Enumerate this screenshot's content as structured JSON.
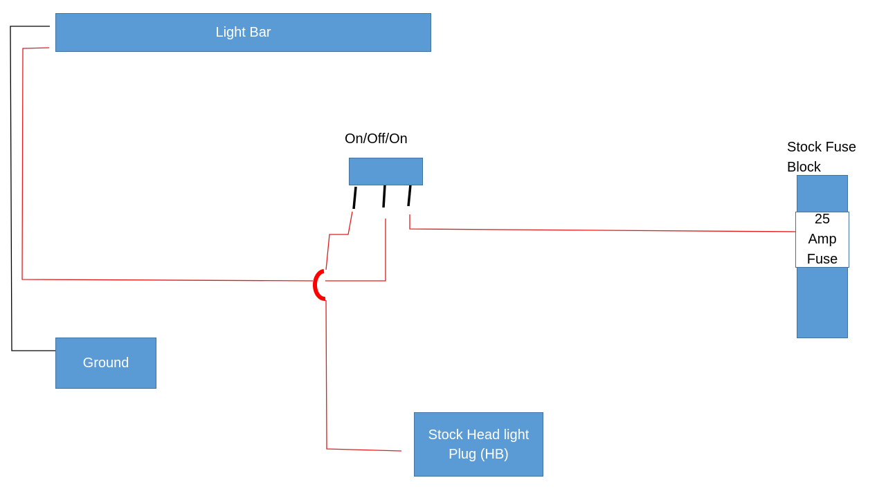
{
  "components": {
    "light_bar": "Light Bar",
    "ground": "Ground",
    "switch_label": "On/Off/On",
    "fuse_block_label_line1": "Stock Fuse",
    "fuse_block_label_line2": "Block",
    "fuse_line1": "25",
    "fuse_line2": "Amp",
    "fuse_line3": "Fuse",
    "headlight_plug_line1": "Stock Head light",
    "headlight_plug_line2": "Plug (HB)"
  },
  "colors": {
    "box_fill": "#5b9bd5",
    "box_border": "#41719c",
    "power_wire": "#e31b1b",
    "ground_wire": "#000000",
    "crossover_hop": "#ff0000"
  }
}
